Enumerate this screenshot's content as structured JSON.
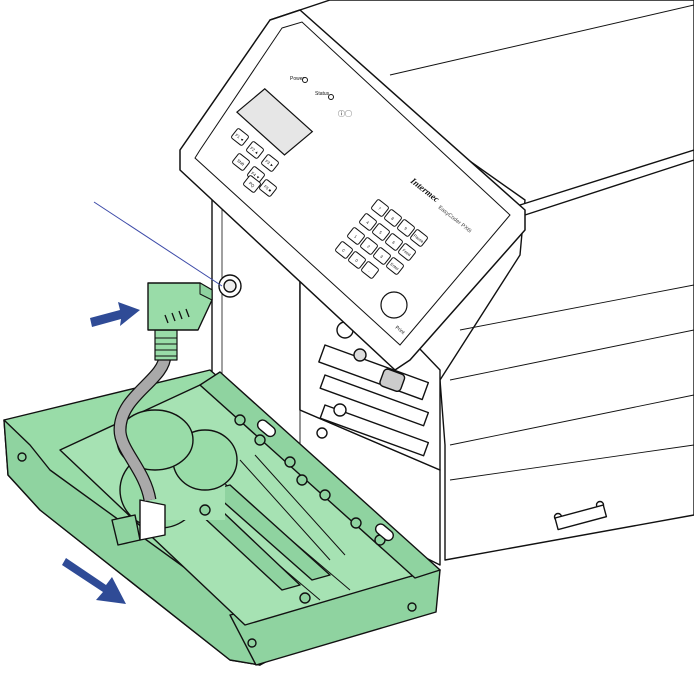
{
  "panel": {
    "brand": "Intermec",
    "model": "EasyCoder PX6i",
    "led_power": "Power",
    "led_status": "Status",
    "print_button": "Print"
  },
  "keys": {
    "func": [
      "F1 ◄",
      "F2 ▲",
      "F3 ►",
      "Shift",
      "F4 ▼",
      "F5 ■",
      "PQ"
    ],
    "num": [
      "7",
      "8",
      "9",
      "Pause",
      "4",
      "5",
      "6",
      "Feed",
      "1",
      "2",
      "3",
      "Enter",
      "C",
      "0",
      "."
    ]
  },
  "colors": {
    "tray_fill": "#99dca8",
    "arrow": "#2f4b96",
    "leader": "#3c4aa8"
  }
}
